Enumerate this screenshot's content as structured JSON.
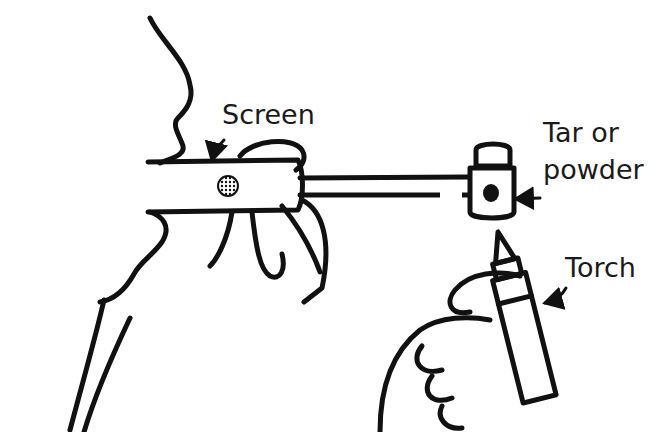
{
  "diagram": {
    "labels": [
      "Screen",
      "Tar or powder",
      "Torch"
    ]
  }
}
